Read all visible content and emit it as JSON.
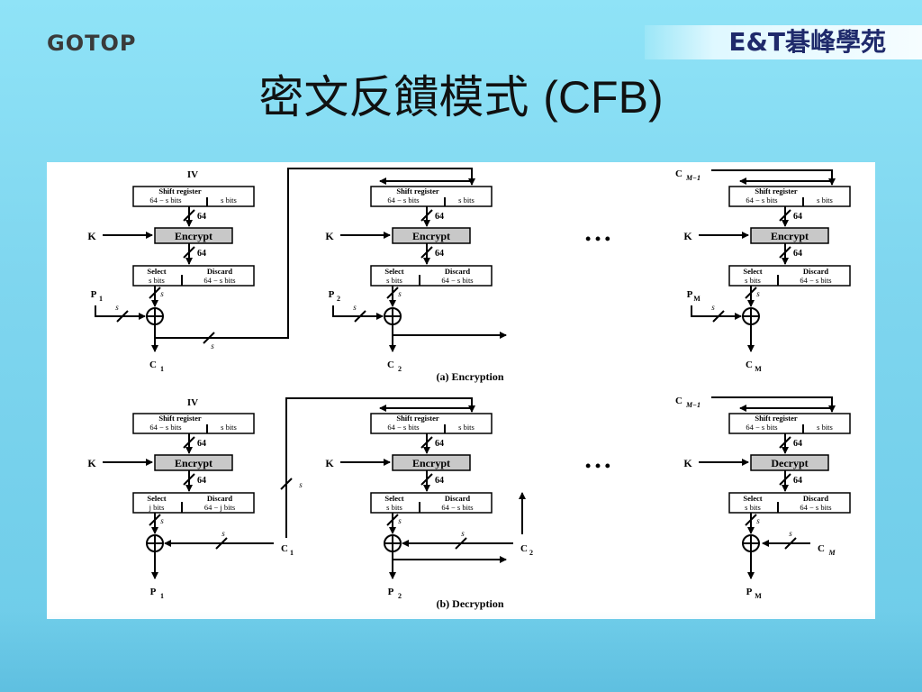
{
  "header": {
    "logo_text": "GOTOP",
    "brand_text": "E&T碁峰學苑",
    "title_cjk": "密文反饋模式",
    "title_latin": "(CFB)"
  },
  "diagram": {
    "captions": {
      "encryption": "(a) Encryption",
      "decryption": "(b) Decryption"
    },
    "labels": {
      "iv": "IV",
      "cm1": "C",
      "cm1_sub": "M−1",
      "shift1": "Shift register",
      "shift2": "64 − s bits",
      "shift3": "s bits",
      "encrypt": "Encrypt",
      "decrypt": "Decrypt",
      "k": "K",
      "n64": "64",
      "s": "s",
      "select": "Select",
      "discard": "Discard",
      "sbits": "s bits",
      "jbits": "j bits",
      "s64": "64 − s bits",
      "j64": "64 − j bits",
      "dots": "•   •   •"
    }
  }
}
